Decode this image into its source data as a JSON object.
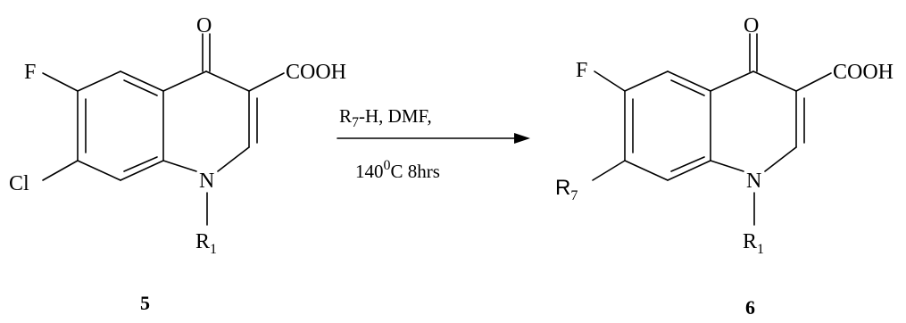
{
  "compound_5": {
    "label": "5",
    "substituents": {
      "oxo": "O",
      "acid": "COOH",
      "fluoro": "F",
      "chloro": "Cl",
      "nitrogen": "N",
      "n_sub_main": "R",
      "n_sub_index": "1"
    }
  },
  "compound_6": {
    "label": "6",
    "substituents": {
      "oxo": "O",
      "acid": "COOH",
      "fluoro": "F",
      "c7_main": "R",
      "c7_index": "7",
      "nitrogen": "N",
      "n_sub_main": "R",
      "n_sub_index": "1"
    }
  },
  "reaction": {
    "reagent_main": "R",
    "reagent_index": "7",
    "reagent_rest": "-H, DMF,",
    "temp_main": "140",
    "temp_sup": "0",
    "temp_rest": "C 8hrs"
  }
}
